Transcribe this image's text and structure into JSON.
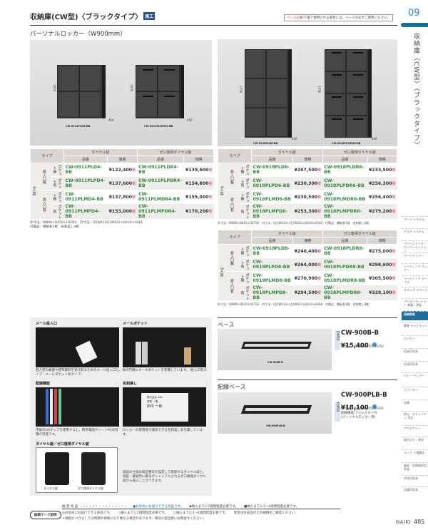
{
  "header": {
    "title": "収納庫(CW型)〈ブラックタイプ〉",
    "title_badge": "施工",
    "notice_red": "ベース必要",
    "notice_text": "/下置で使用される場合には、ベースを必ずご使用ください。",
    "chapter_num": "09",
    "vertical_title": "収納庫〈CW型〉〈ブラックタイプ〉"
  },
  "section": {
    "subtitle": "パーソナルロッカー（W900mm）"
  },
  "images": {
    "top_left": [
      {
        "label": "CW-0911PLD4-BB",
        "height": "1050",
        "depth": "450"
      },
      {
        "label": "CW-0911PLMPD4-BB",
        "height": "1050",
        "depth": "450"
      }
    ],
    "top_right": [
      {
        "label": "CW-0918PLD6-BB",
        "height": "1750",
        "depth": "450"
      },
      {
        "label": "CW-0918PLMPD8-BB",
        "height": "1750",
        "depth": "450"
      }
    ]
  },
  "tables": {
    "headers": {
      "type": "タイプ",
      "dial": "ダイヤル錠",
      "zero_dial": "ゼロ復帰ダイヤル錠",
      "code": "品番",
      "price": "価格"
    },
    "sub_types": [
      "ポケット無",
      "ポケット有",
      "ポケット無",
      "ポケット有"
    ],
    "slot_types": [
      "投入口無",
      "投入口有"
    ],
    "t4": {
      "group": "4人用",
      "rows": [
        {
          "code1": "CW-0911PLD4-BB",
          "price1": "¥122,400",
          "code2": "CW-0911PLDR4-BB",
          "price2": "¥139,600"
        },
        {
          "code1": "CW-0911PLPD4-BB",
          "price1": "¥137,600",
          "code2": "CW-0911PLPDR4-BB",
          "price2": "¥154,800"
        },
        {
          "code1": "CW-0911PLMD4-BB",
          "price1": "¥137,800",
          "code2": "CW-0911PLMDR4-BB",
          "price2": "¥155,000"
        },
        {
          "code1": "CW-0911PLMPD4-BB",
          "price1": "¥153,000",
          "code2": "CW-0911PLMPDR4-BB",
          "price2": "¥170,200"
        }
      ],
      "note1": "外寸法／W899×D450×H1050　内寸法／(E)W413(E)W422×D410×H481",
      "note2": "付属品：棚板各1枚　名刺差し4枚"
    },
    "t6": {
      "group": "6人用",
      "rows": [
        {
          "code1": "CW-0918PLD6-BB",
          "price1": "¥207,500",
          "code2": "CW-0918PLDR6-BB",
          "price2": "¥233,500"
        },
        {
          "code1": "CW-0918PLPD6-BB",
          "price1": "¥230,300",
          "code2": "CW-0918PLPDR6-BB",
          "price2": "¥256,300"
        },
        {
          "code1": "CW-0918PLMD6-BB",
          "price1": "¥230,500",
          "code2": "CW-0918PLMDR6-BB",
          "price2": "¥256,400"
        },
        {
          "code1": "CW-0918PLMPD6-BB",
          "price1": "¥253,300",
          "code2": "CW-0918PLMPDR6-BB",
          "price2": "¥279,200"
        }
      ],
      "note1": "外寸法／W899×D450×H1750　内寸法／(右)W413×(左)W422×D410×H542　付属品：棚板各1枚　名刺差し6枚"
    },
    "t8": {
      "group": "8人用",
      "rows": [
        {
          "code1": "CW-0918PLD8-BB",
          "price1": "¥240,400",
          "code2": "CW-0918PLDR8-BB",
          "price2": "¥275,000"
        },
        {
          "code1": "CW-0918PLPD8-BB",
          "price1": "¥264,000",
          "code2": "CW-0918PLPDR8-BB",
          "price2": "¥298,600"
        },
        {
          "code1": "CW-0918PLMD8-BB",
          "price1": "¥270,900",
          "code2": "CW-0918PLMDR8-BB",
          "price2": "¥305,500"
        },
        {
          "code1": "CW-0918PLMPD8-BB",
          "price1": "¥294,500",
          "code2": "CW-0918PLMPDR8-BB",
          "price2": "¥329,100"
        }
      ],
      "note1": "外寸法／W899×D450×H1750　内寸法／(右)W413×(左)W422×D410×H398　付属品：棚板各1枚　名刺差し8枚"
    },
    "mark": "受"
  },
  "features": {
    "mail_slot": "メール投入口",
    "mail_pocket": "メールポケット",
    "mail_desc": "個人宛の郵便や配布資料を受け取るためのメール投入口と、扉の内側にメールポケットを装備しています。（投入口有タイプ・メールポケット有タイプ）",
    "wiring": "配線機能",
    "wiring_desc": "市販のOAタップを使用すると、携帯電話やノートPCの充電が可能です。",
    "name_card": "名刺差し",
    "name_card_desc": "ロッカーの使用者が識別できる名刺差しを付属しています。",
    "name_card_text": [
      "株式会社 ABC",
      "営業 一課",
      "田中 一郎"
    ],
    "lock_title": "ダイヤル錠／ゼロ復帰ダイヤル錠",
    "lock1": "ダイヤル錠",
    "lock2": "ゼロ復帰ダイヤル錠",
    "lock_desc": "錠前の仕様は暗証番号を設定して施錠するダイヤル錠と、施錠・解錠時に番号がシャッフルされるゼロ復帰ダイヤル錠から選ぶことができます。"
  },
  "bases": [
    {
      "heading": "ベース",
      "img_label": "CW-900B-B",
      "code": "CW-900B-B",
      "price": "¥15,400",
      "dim": "外寸法／W899×D450×H50",
      "d": "D450"
    },
    {
      "heading": "配線ベース",
      "img_label": "CW-900PLB-B",
      "code": "CW-900PLB-B",
      "price": "¥18,100",
      "dim": "外寸法／W899×D450×H50",
      "extra1": "配線機能 アジャスター付",
      "extra2": "(パーソナルロッカー用)",
      "d": "D450"
    }
  ],
  "sidenav": [
    "ワーク システム",
    "デスク システム",
    "クローズブース・ローパーティション",
    "ワークチェアー",
    "ミーティング チェアー",
    "ミーティング テーブル",
    "オフィス ラウンジ",
    "プレゼンテーション 機器・黒板",
    "収納家具",
    "書庫 キャビネット",
    "ロッカー",
    "役員用家具",
    "応接用家具",
    "ロビー チェアー",
    "カウンター",
    "金庫",
    "防災・セキュリティ 用品",
    "アクセサリー",
    "間仕切り・建材",
    "ラック 工場備品",
    "福祉・医療施設用家具",
    "学校用家具",
    "店舗用家具"
  ],
  "sidenav_active": "収納家具",
  "legend": {
    "button": "納期マーク説明",
    "line1_a": "推 奨 商 品 ・・・・・・・・・・・・・・・",
    "line1_b": "●お早めにお届けできる商品です。",
    "line1_c": "◆納入までに2週間程度必要です。",
    "line1_d": "■納入までに3〜4週間程度必要です。",
    "line2_a": "◎お早めにお届けできる商品です。",
    "line2_b": "◇納入までに2週間程度必要です。",
    "line2_c": "□納入までに3〜4週間程度必要です。",
    "line2_d": "受受注生産品のため納期をご確認ください。",
    "line3": "＊納期につきましては時期や地域により異なる場合があります。事前に担当者にお問合せください。"
  },
  "footer": {
    "brand": "NAIKI",
    "page": "485"
  }
}
